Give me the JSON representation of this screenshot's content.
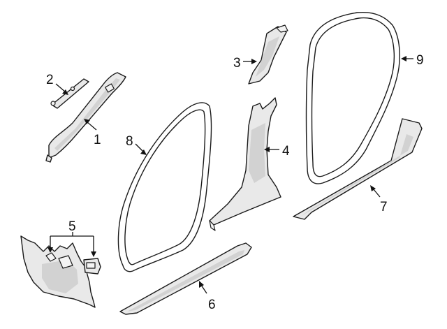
{
  "callouts": {
    "c1": "1",
    "c2": "2",
    "c3": "3",
    "c4": "4",
    "c5": "5",
    "c6": "6",
    "c7": "7",
    "c8": "8",
    "c9": "9"
  },
  "colors": {
    "line": "#1a1a1a",
    "fill": "#e9e9e9",
    "background": "#ffffff"
  }
}
